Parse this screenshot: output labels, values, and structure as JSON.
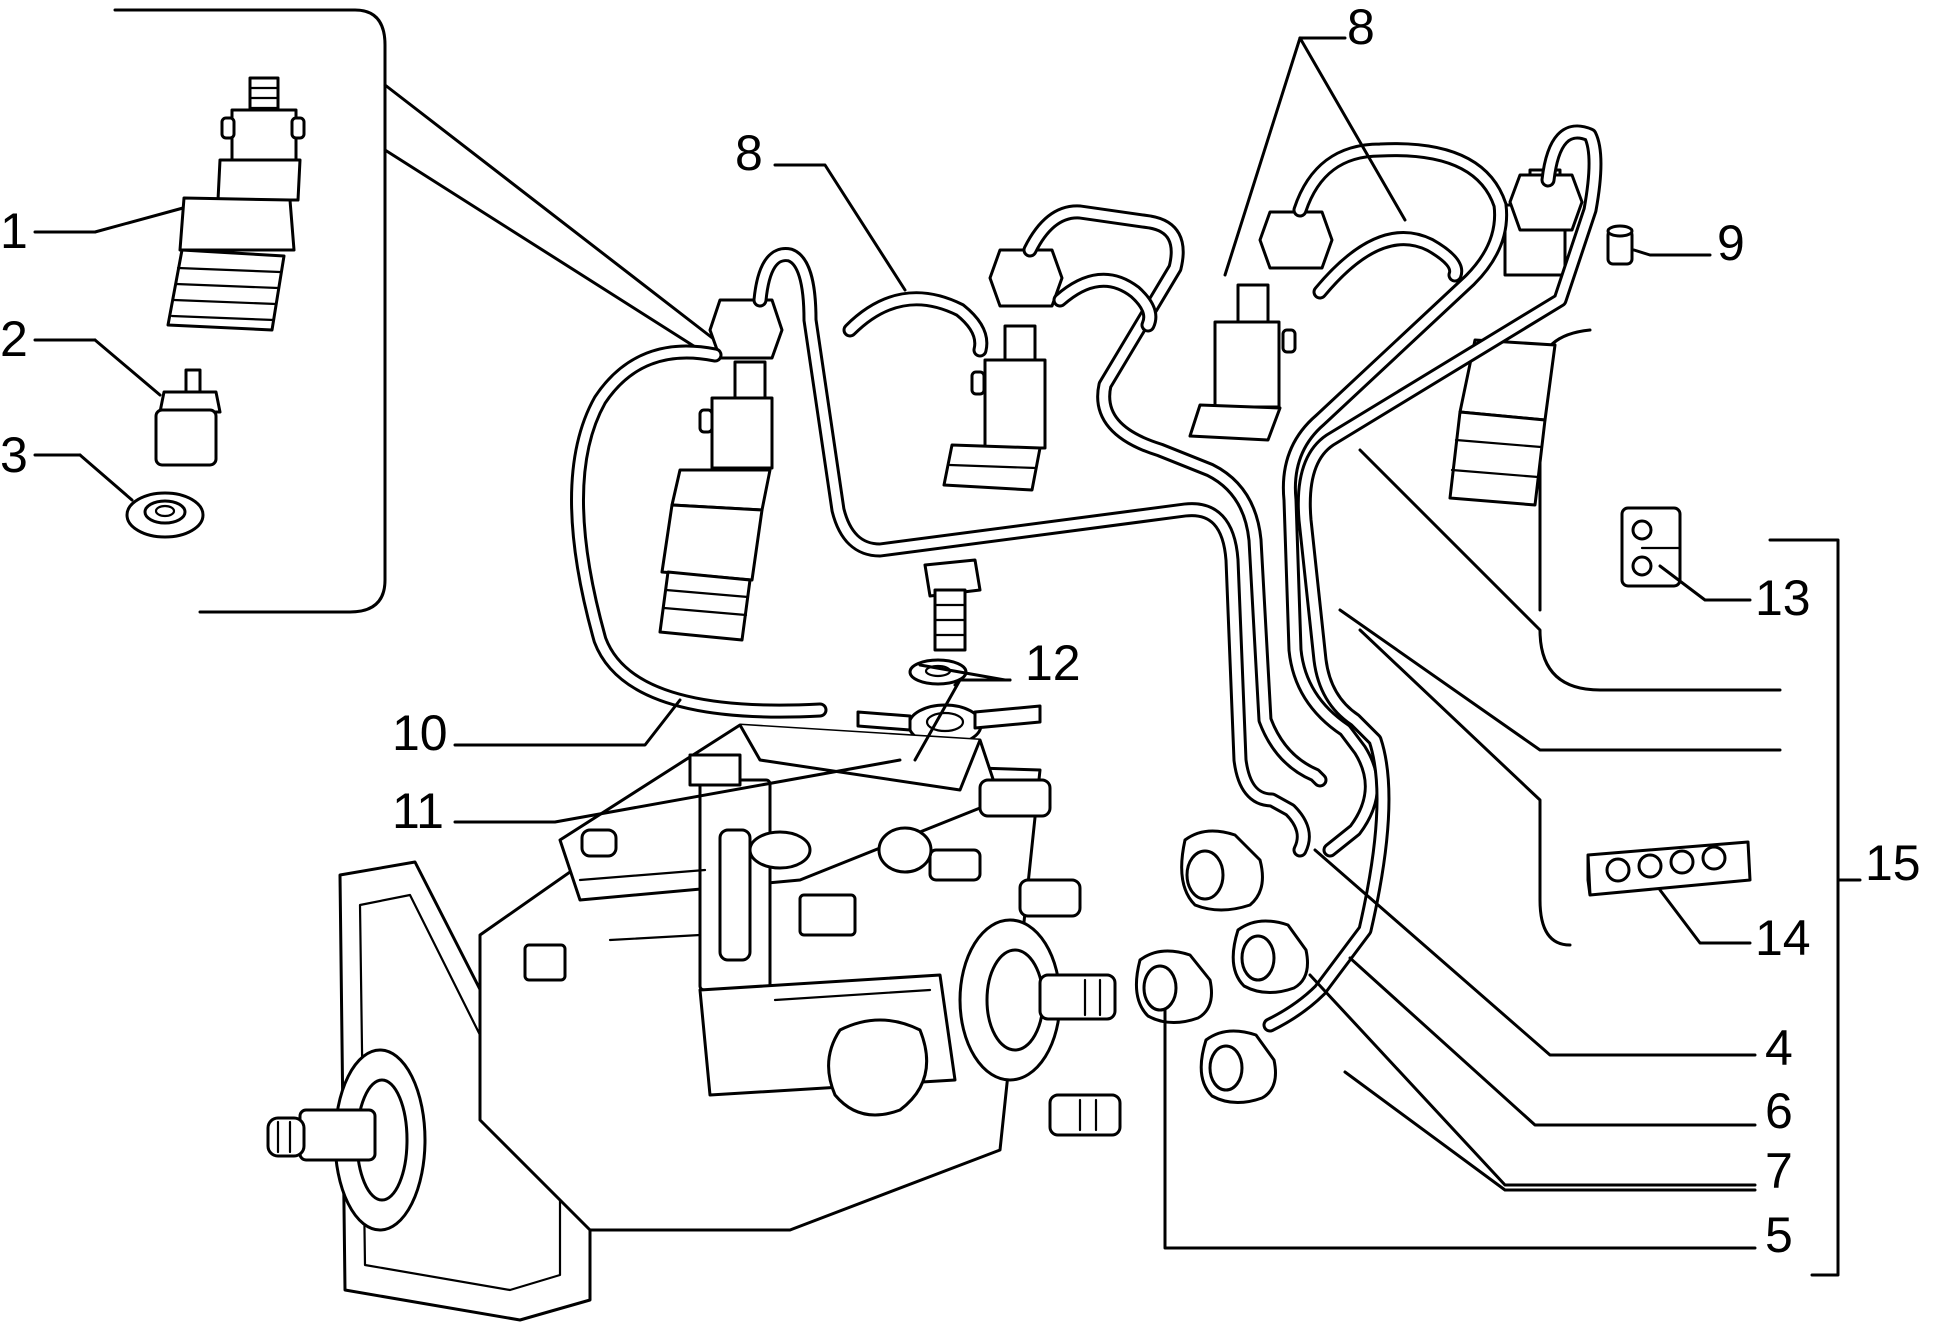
{
  "callouts": {
    "c1": "1",
    "c2": "2",
    "c3": "3",
    "c4": "4",
    "c5": "5",
    "c6": "6",
    "c7": "7",
    "c8a": "8",
    "c8b": "8",
    "c9": "9",
    "c10": "10",
    "c11": "11",
    "c12": "12",
    "c13": "13",
    "c14": "14",
    "c15": "15"
  }
}
